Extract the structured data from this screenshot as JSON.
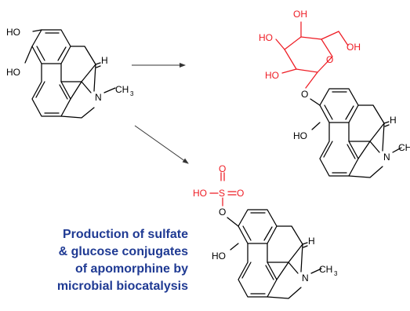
{
  "caption": {
    "line1": "Production of sulfate",
    "line2": "& glucose conjugates",
    "line3": "of apomorphine by",
    "line4": "microbial biocatalysis"
  },
  "atoms": {
    "ho": "HO",
    "oh": "OH",
    "o": "O",
    "n": "N",
    "h": "H",
    "ch3": "CH",
    "ch_partial": "CH",
    "sub3": "3",
    "s": "S",
    "ho_s": "HO",
    "o_top": "O",
    "o_right": "O"
  },
  "colors": {
    "conjugate": "#ee1c24",
    "caption": "#1f3a93"
  }
}
